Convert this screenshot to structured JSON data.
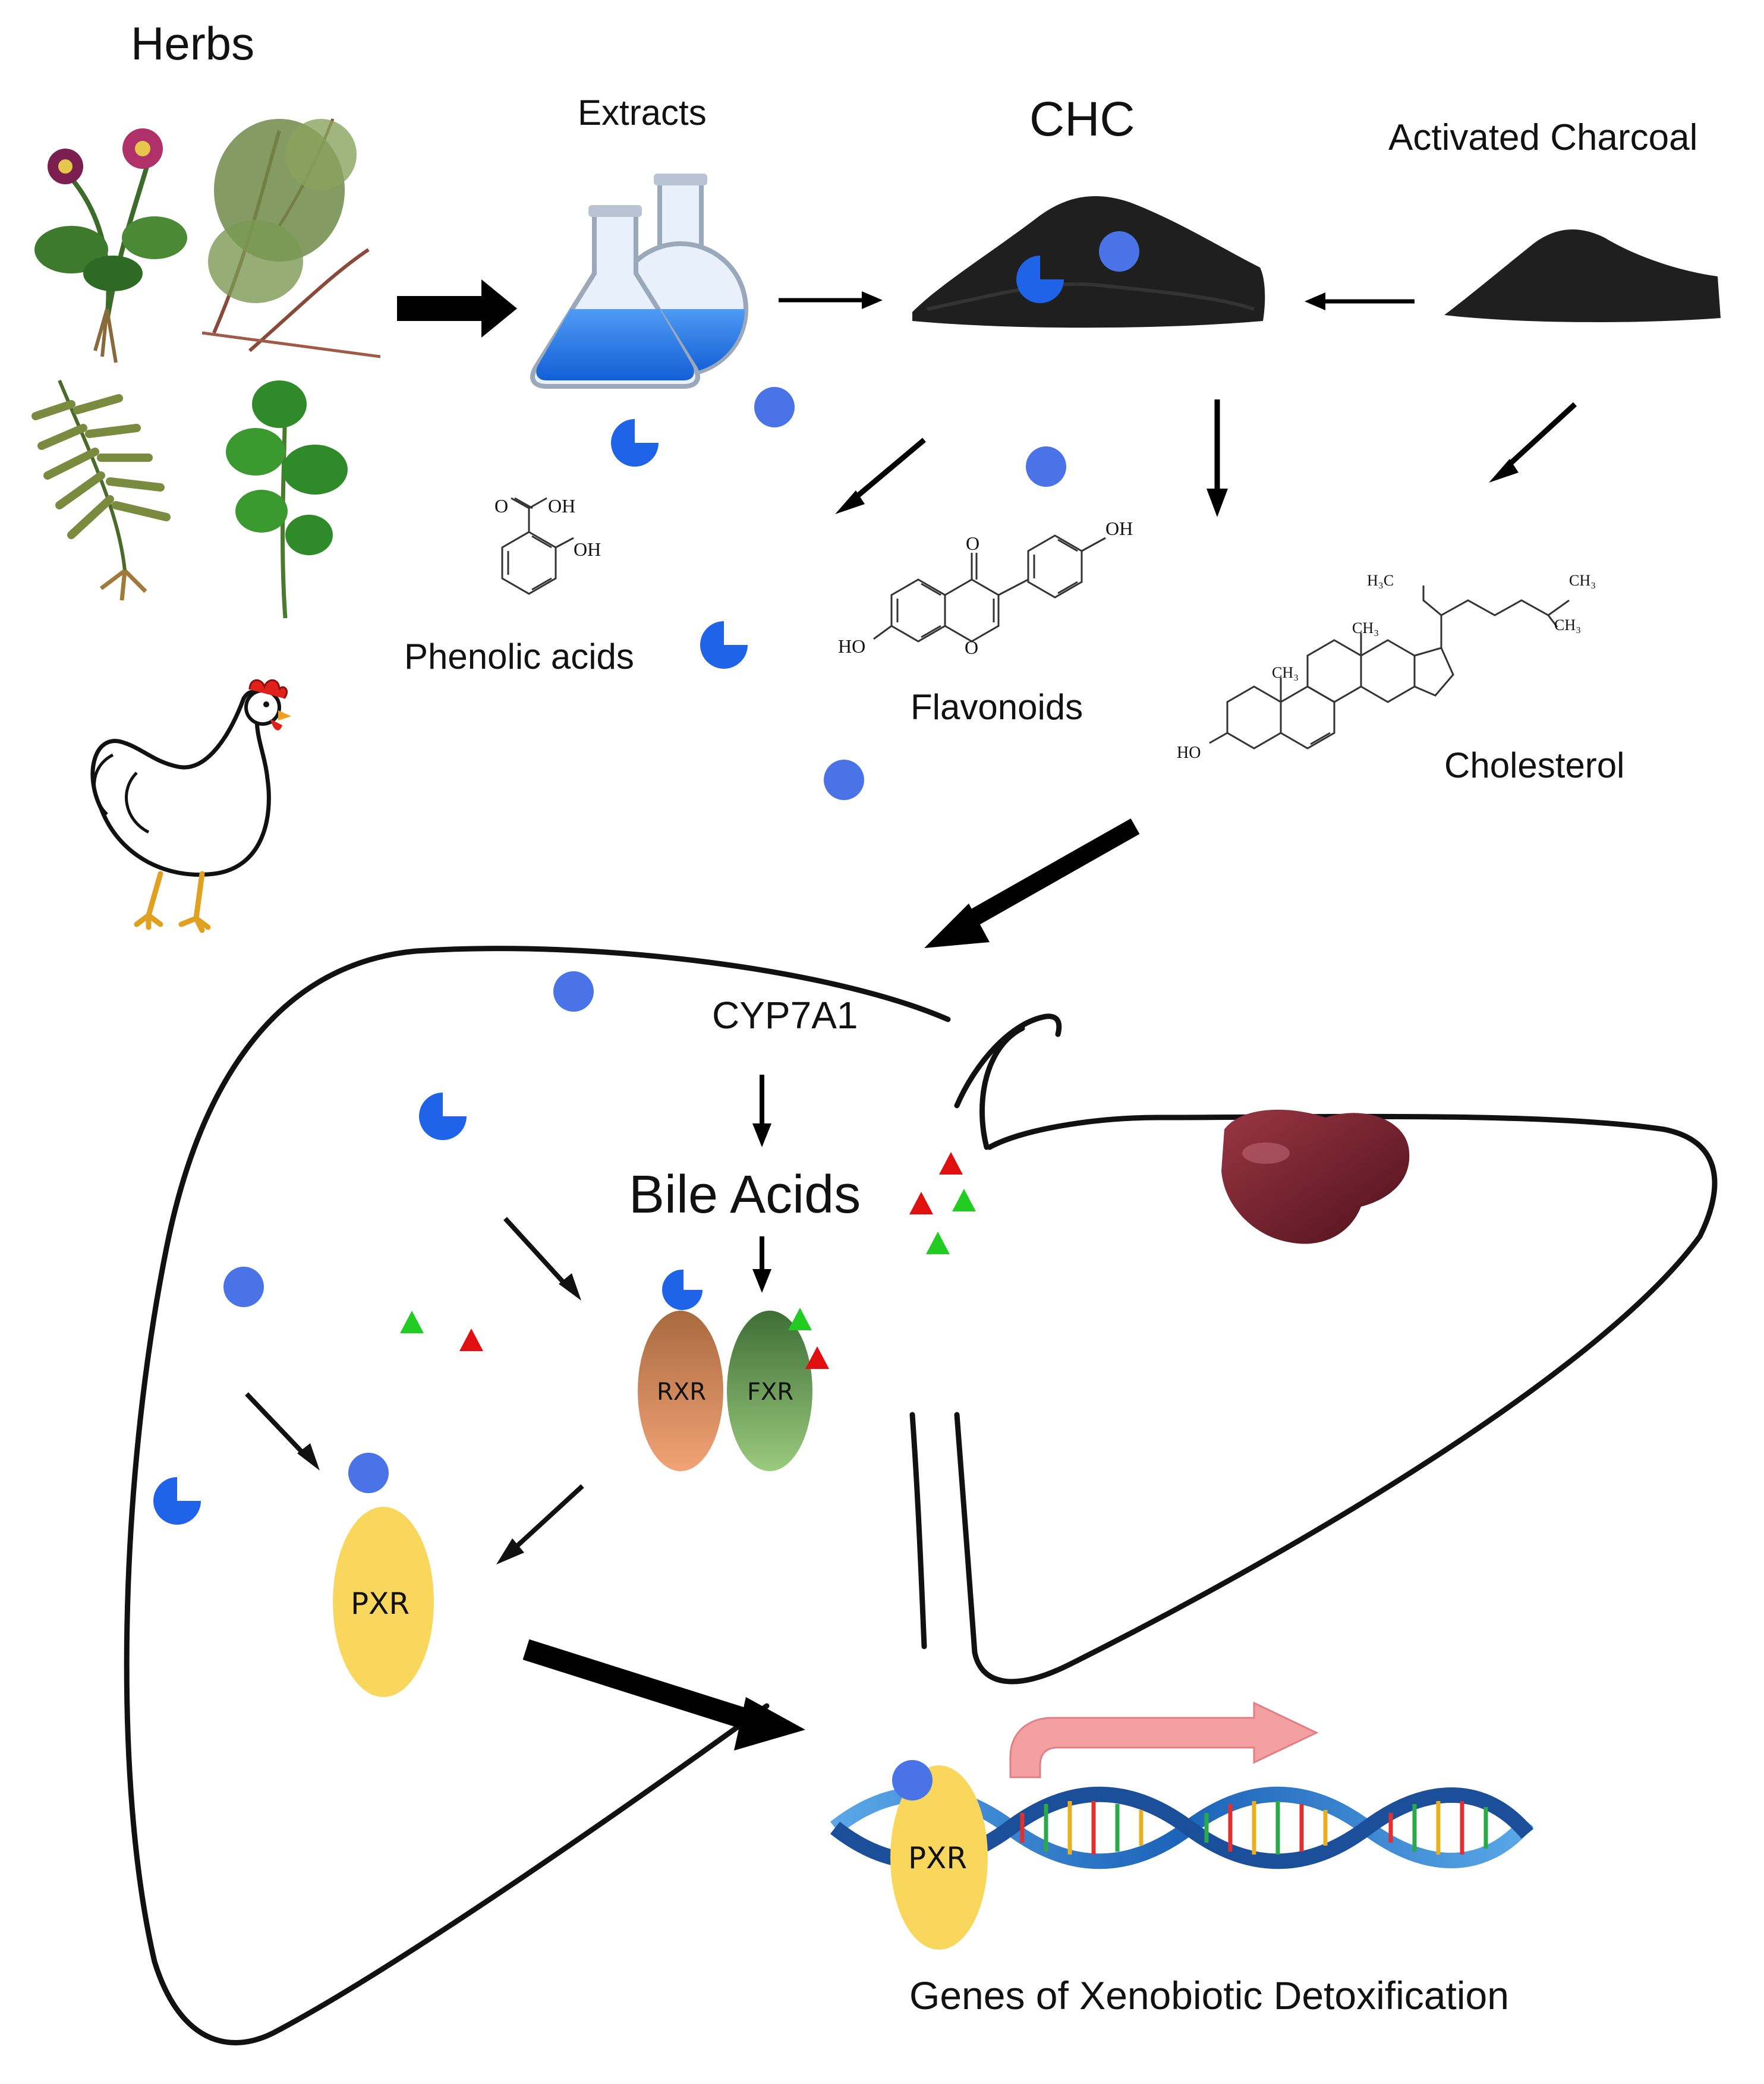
{
  "labels": {
    "herbs": "Herbs",
    "extracts": "Extracts",
    "chc": "CHC",
    "activated_charcoal": "Activated Charcoal",
    "phenolic_acids": "Phenolic acids",
    "flavonoids": "Flavonoids",
    "cholesterol": "Cholesterol",
    "cyp7a1": "CYP7A1",
    "bile_acids": "Bile Acids",
    "rxr": "RXR",
    "fxr": "FXR",
    "pxr": "PXR",
    "pxr_dna": "PXR",
    "genes": "Genes of Xenobiotic Detoxification"
  },
  "chem": {
    "oh": "OH",
    "ho": "HO",
    "o": "O",
    "h3c": "H₃C",
    "ch3": "CH₃"
  },
  "colors": {
    "ligand_blue": "#4a73e8",
    "flask_blue": "#1e73e8",
    "triangle_red": "#e01010",
    "triangle_green": "#22cc22",
    "rxr": "#d6875a",
    "fxr": "#6aa055",
    "pxr": "#f9d65c",
    "dna_blue": "#2d7fd3",
    "transcription_arrow": "#f4a0a3",
    "charcoal": "#222222",
    "liver_tissue": "#6e1e2a",
    "outline": "#111111"
  },
  "icons": {
    "ligand_circle": "blue-circle-ligand-icon",
    "ligand_pacman": "blue-pacman-ligand-icon",
    "ligand_triangle_red": "red-triangle-ligand-icon",
    "ligand_triangle_green": "green-triangle-ligand-icon"
  }
}
